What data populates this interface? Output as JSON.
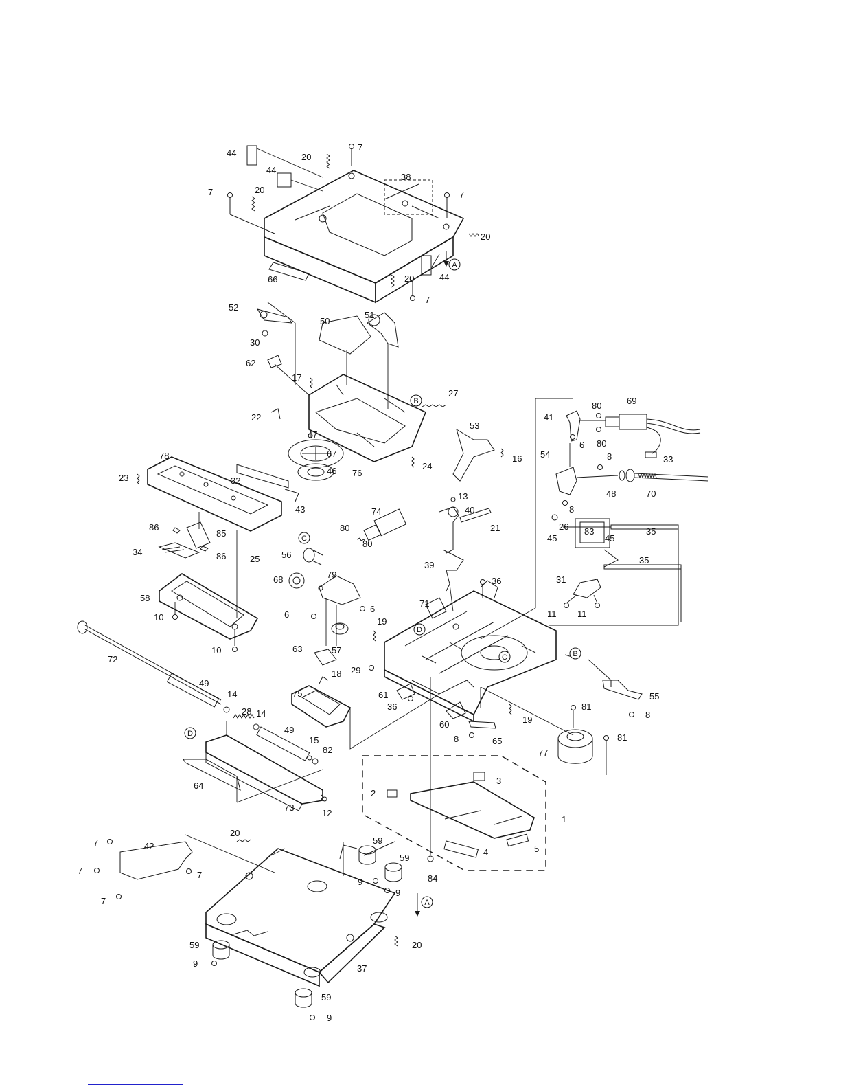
{
  "labels": [
    {
      "id": "p44a",
      "text": "44"
    },
    {
      "id": "p20a",
      "text": "20"
    },
    {
      "id": "p7a",
      "text": "7"
    },
    {
      "id": "p44b",
      "text": "44"
    },
    {
      "id": "p38",
      "text": "38"
    },
    {
      "id": "p7b",
      "text": "7"
    },
    {
      "id": "p20b",
      "text": "20"
    },
    {
      "id": "p7c",
      "text": "7"
    },
    {
      "id": "p20c",
      "text": "20"
    },
    {
      "id": "p44c",
      "text": "44"
    },
    {
      "id": "p66",
      "text": "66"
    },
    {
      "id": "p20d",
      "text": "20"
    },
    {
      "id": "p7d",
      "text": "7"
    },
    {
      "id": "p52",
      "text": "52"
    },
    {
      "id": "p50",
      "text": "50"
    },
    {
      "id": "p51",
      "text": "51"
    },
    {
      "id": "p30",
      "text": "30"
    },
    {
      "id": "p62",
      "text": "62"
    },
    {
      "id": "p17",
      "text": "17"
    },
    {
      "id": "p27",
      "text": "27"
    },
    {
      "id": "p22",
      "text": "22"
    },
    {
      "id": "p47",
      "text": "47"
    },
    {
      "id": "p53",
      "text": "53"
    },
    {
      "id": "p67",
      "text": "67"
    },
    {
      "id": "p16",
      "text": "16"
    },
    {
      "id": "p46",
      "text": "46"
    },
    {
      "id": "p24",
      "text": "24"
    },
    {
      "id": "p76",
      "text": "76"
    },
    {
      "id": "p78",
      "text": "78"
    },
    {
      "id": "p23",
      "text": "23"
    },
    {
      "id": "p32",
      "text": "32"
    },
    {
      "id": "p43",
      "text": "43"
    },
    {
      "id": "p69",
      "text": "69"
    },
    {
      "id": "p80a",
      "text": "80"
    },
    {
      "id": "p41",
      "text": "41"
    },
    {
      "id": "p6a",
      "text": "6"
    },
    {
      "id": "p80b",
      "text": "80"
    },
    {
      "id": "p33",
      "text": "33"
    },
    {
      "id": "p54",
      "text": "54"
    },
    {
      "id": "p8a",
      "text": "8"
    },
    {
      "id": "p48",
      "text": "48"
    },
    {
      "id": "p70",
      "text": "70"
    },
    {
      "id": "p8b",
      "text": "8"
    },
    {
      "id": "p26",
      "text": "26"
    },
    {
      "id": "p13",
      "text": "13"
    },
    {
      "id": "p40",
      "text": "40"
    },
    {
      "id": "p74",
      "text": "74"
    },
    {
      "id": "p21",
      "text": "21"
    },
    {
      "id": "p86a",
      "text": "86"
    },
    {
      "id": "p85",
      "text": "85"
    },
    {
      "id": "p80c",
      "text": "80"
    },
    {
      "id": "p80d",
      "text": "80"
    },
    {
      "id": "p45a",
      "text": "45"
    },
    {
      "id": "p83",
      "text": "83"
    },
    {
      "id": "p45b",
      "text": "45"
    },
    {
      "id": "p35a",
      "text": "35"
    },
    {
      "id": "p34",
      "text": "34"
    },
    {
      "id": "p86b",
      "text": "86"
    },
    {
      "id": "p25",
      "text": "25"
    },
    {
      "id": "p56",
      "text": "56"
    },
    {
      "id": "p39",
      "text": "39"
    },
    {
      "id": "p35b",
      "text": "35"
    },
    {
      "id": "p36a",
      "text": "36"
    },
    {
      "id": "p68",
      "text": "68"
    },
    {
      "id": "p79",
      "text": "79"
    },
    {
      "id": "p31",
      "text": "31"
    },
    {
      "id": "p58",
      "text": "58"
    },
    {
      "id": "p71",
      "text": "71"
    },
    {
      "id": "p6b",
      "text": "6"
    },
    {
      "id": "p6c",
      "text": "6"
    },
    {
      "id": "p11a",
      "text": "11"
    },
    {
      "id": "p11b",
      "text": "11"
    },
    {
      "id": "p10a",
      "text": "10"
    },
    {
      "id": "p19a",
      "text": "19"
    },
    {
      "id": "p57",
      "text": "57"
    },
    {
      "id": "p10b",
      "text": "10"
    },
    {
      "id": "p63",
      "text": "63"
    },
    {
      "id": "p72",
      "text": "72"
    },
    {
      "id": "p29",
      "text": "29"
    },
    {
      "id": "p49a",
      "text": "49"
    },
    {
      "id": "p18",
      "text": "18"
    },
    {
      "id": "p55",
      "text": "55"
    },
    {
      "id": "p14a",
      "text": "14"
    },
    {
      "id": "p61",
      "text": "61"
    },
    {
      "id": "p28",
      "text": "28"
    },
    {
      "id": "p14b",
      "text": "14"
    },
    {
      "id": "p75",
      "text": "75"
    },
    {
      "id": "p36b",
      "text": "36"
    },
    {
      "id": "p8c",
      "text": "8"
    },
    {
      "id": "p81a",
      "text": "81"
    },
    {
      "id": "p19b",
      "text": "19"
    },
    {
      "id": "p60",
      "text": "60"
    },
    {
      "id": "p49b",
      "text": "49"
    },
    {
      "id": "p8d",
      "text": "8"
    },
    {
      "id": "p65",
      "text": "65"
    },
    {
      "id": "p81b",
      "text": "81"
    },
    {
      "id": "p15",
      "text": "15"
    },
    {
      "id": "p82",
      "text": "82"
    },
    {
      "id": "p77",
      "text": "77"
    },
    {
      "id": "p3",
      "text": "3"
    },
    {
      "id": "p64",
      "text": "64"
    },
    {
      "id": "p2",
      "text": "2"
    },
    {
      "id": "p73",
      "text": "73"
    },
    {
      "id": "p12",
      "text": "12"
    },
    {
      "id": "p1",
      "text": "1"
    },
    {
      "id": "p7e",
      "text": "7"
    },
    {
      "id": "p20e",
      "text": "20"
    },
    {
      "id": "p42",
      "text": "42"
    },
    {
      "id": "p59a",
      "text": "59"
    },
    {
      "id": "p59b",
      "text": "59"
    },
    {
      "id": "p4",
      "text": "4"
    },
    {
      "id": "p5",
      "text": "5"
    },
    {
      "id": "p7f",
      "text": "7"
    },
    {
      "id": "p7g",
      "text": "7"
    },
    {
      "id": "p9a",
      "text": "9"
    },
    {
      "id": "p84",
      "text": "84"
    },
    {
      "id": "p9b",
      "text": "9"
    },
    {
      "id": "p7h",
      "text": "7"
    },
    {
      "id": "p20f",
      "text": "20"
    },
    {
      "id": "p59c",
      "text": "59"
    },
    {
      "id": "p9c",
      "text": "9"
    },
    {
      "id": "p37",
      "text": "37"
    },
    {
      "id": "p59d",
      "text": "59"
    },
    {
      "id": "p9d",
      "text": "9"
    }
  ],
  "refs": [
    {
      "id": "refA1",
      "text": "A"
    },
    {
      "id": "refB1",
      "text": "B"
    },
    {
      "id": "refC1",
      "text": "C"
    },
    {
      "id": "refD1",
      "text": "D"
    },
    {
      "id": "refC2",
      "text": "C"
    },
    {
      "id": "refB2",
      "text": "B"
    },
    {
      "id": "refD2",
      "text": "D"
    },
    {
      "id": "refA2",
      "text": "A"
    }
  ]
}
